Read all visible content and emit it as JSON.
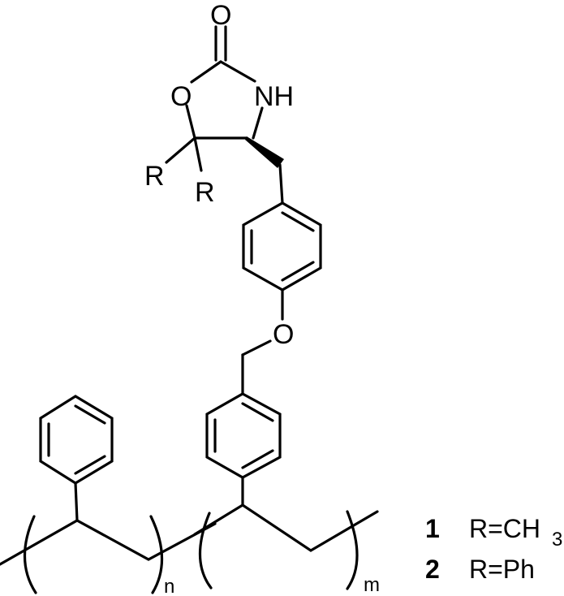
{
  "diagram": {
    "type": "chemical-structure",
    "atoms": {
      "carbonyl_oxygen": "O",
      "ring_oxygen": "O",
      "ring_nitrogen": "NH",
      "substituent_left": "R",
      "substituent_right": "R",
      "ether_oxygen": "O"
    },
    "polymer": {
      "repeat_n": "n",
      "repeat_m": "m"
    },
    "legend": [
      {
        "number": "1",
        "definition": "R=CH",
        "subscript": "3"
      },
      {
        "number": "2",
        "definition": "R=Ph",
        "subscript": ""
      }
    ]
  }
}
